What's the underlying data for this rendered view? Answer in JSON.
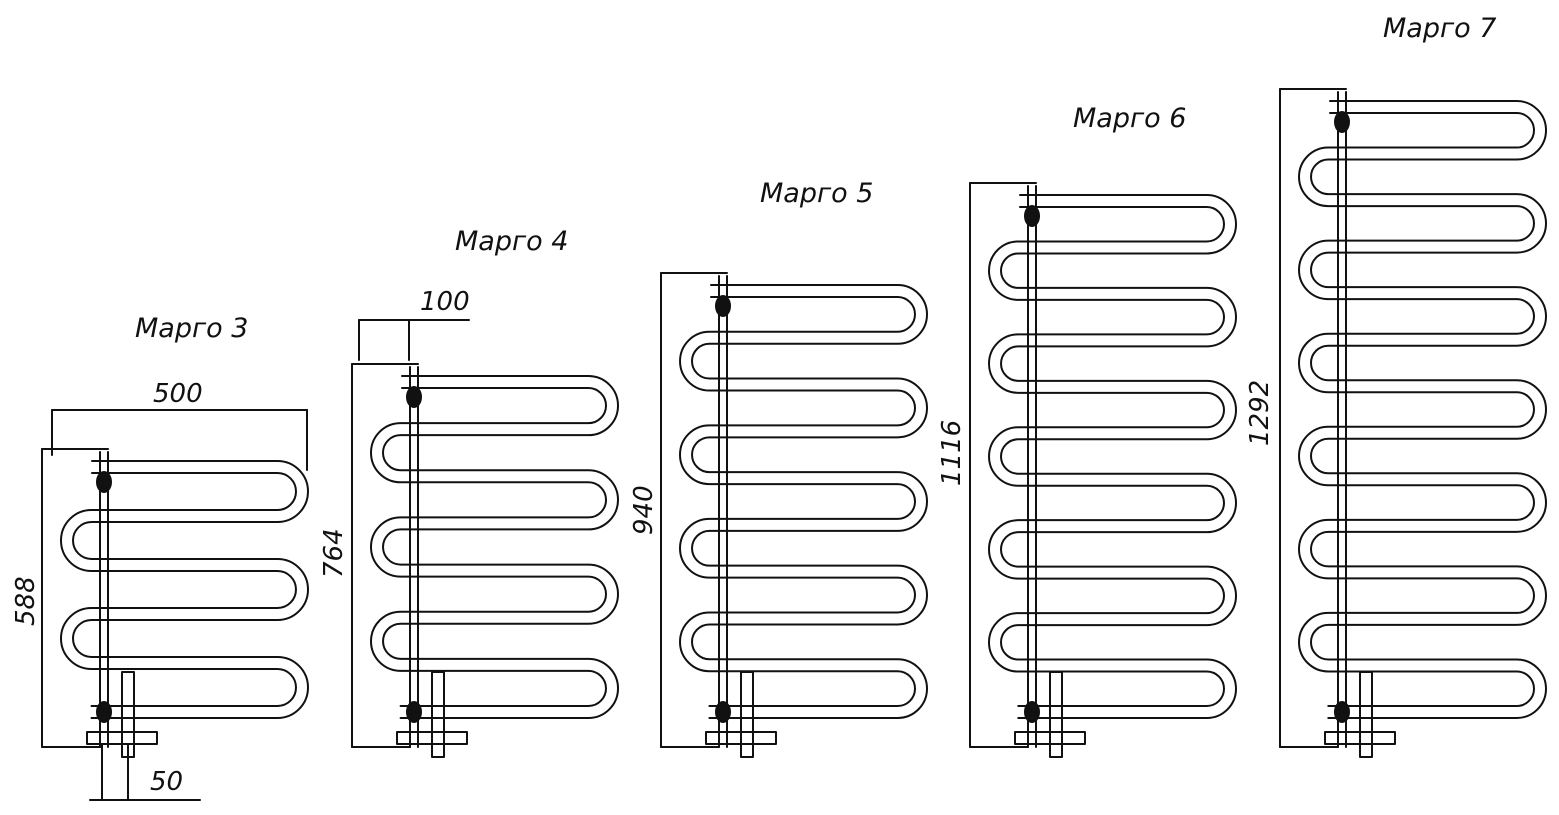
{
  "colors": {
    "line": "#111111",
    "background": "#ffffff"
  },
  "models": [
    {
      "name": "Марго 3",
      "height": "588",
      "loops": 3
    },
    {
      "name": "Марго 4",
      "height": "764",
      "loops": 4
    },
    {
      "name": "Марго 5",
      "height": "940",
      "loops": 5
    },
    {
      "name": "Марго 6",
      "height": "1116",
      "loops": 6
    },
    {
      "name": "Марго 7",
      "height": "1292",
      "loops": 7
    }
  ],
  "dimensions": {
    "width": "500",
    "offset": "100",
    "mount": "50"
  }
}
